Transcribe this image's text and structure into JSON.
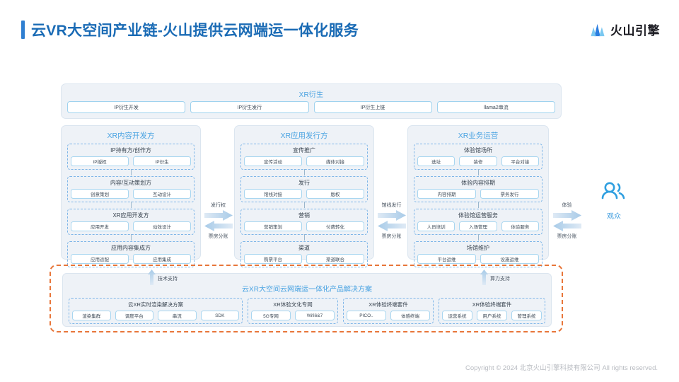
{
  "header": {
    "title": "云VR大空间产业链-火山提供云网端运一体化服务",
    "logo_text": "火山引擎",
    "accent_color": "#1a6bb5"
  },
  "derive": {
    "title": "XR衍生",
    "items": [
      {
        "label": "IP衍生开发"
      },
      {
        "label": "IP衍生发行"
      },
      {
        "label": "IP衍生上链"
      },
      {
        "label": "llama2串流"
      }
    ]
  },
  "columns": [
    {
      "title": "XR内容开发方",
      "groups": [
        {
          "title": "IP持有方/创作方",
          "items": [
            "IP授权",
            "IP衍生"
          ]
        },
        {
          "title": "内容/互动策划方",
          "items": [
            "创意策划",
            "互动设计"
          ]
        },
        {
          "title": "XR应用开发方",
          "items": [
            "应用开发",
            "动效设计"
          ]
        },
        {
          "title": "应用内容集成方",
          "items": [
            "应用适配",
            "应用集成"
          ]
        }
      ]
    },
    {
      "title": "XR应用发行方",
      "groups": [
        {
          "title": "宣传推广",
          "items": [
            "宣传活动",
            "媒体对接"
          ]
        },
        {
          "title": "发行",
          "items": [
            "馆线对接",
            "版权"
          ]
        },
        {
          "title": "营销",
          "items": [
            "营销策划",
            "付费转化"
          ]
        },
        {
          "title": "渠道",
          "items": [
            "购票平台",
            "渠道联合"
          ]
        }
      ]
    },
    {
      "title": "XR业务运营",
      "groups": [
        {
          "title": "体验馆场所",
          "items": [
            "选址",
            "装修",
            "平台对接"
          ]
        },
        {
          "title": "体验内容排期",
          "items": [
            "内容排期",
            "票务发行"
          ]
        },
        {
          "title": "体验馆运营服务",
          "items": [
            "人员培训",
            "入场管理",
            "体验服务"
          ]
        },
        {
          "title": "场馆维护",
          "items": [
            "平台运维",
            "设施运维"
          ]
        }
      ]
    }
  ],
  "exchanges": [
    {
      "forward": "发行权",
      "backward": "票房分账"
    },
    {
      "forward": "馆线发行",
      "backward": "票房分账"
    },
    {
      "forward": "体验",
      "backward": "票房分账"
    }
  ],
  "audience": {
    "label": "观众",
    "icon": "audience-icon"
  },
  "solution": {
    "title": "云XR大空间云网端运一体化产品解决方案",
    "supports": [
      {
        "label": "技术支持"
      },
      {
        "label": "算力支持"
      }
    ],
    "groups": [
      {
        "title": "云XR实时渲染解决方案",
        "items": [
          "渲染集群",
          "调度平台",
          "串流",
          "SDK"
        ]
      },
      {
        "title": "XR体验文化专网",
        "items": [
          "5G专网",
          "Wifi6&7"
        ]
      },
      {
        "title": "XR体验终端套件",
        "items": [
          "PICO..",
          "体感终端"
        ]
      },
      {
        "title": "XR体验终端套件",
        "items": [
          "运营系统",
          "用户系统",
          "管理系统"
        ]
      }
    ]
  },
  "footer": {
    "copyright": "Copyright © 2024 北京火山引擎科技有限公司 All rights reserved."
  }
}
